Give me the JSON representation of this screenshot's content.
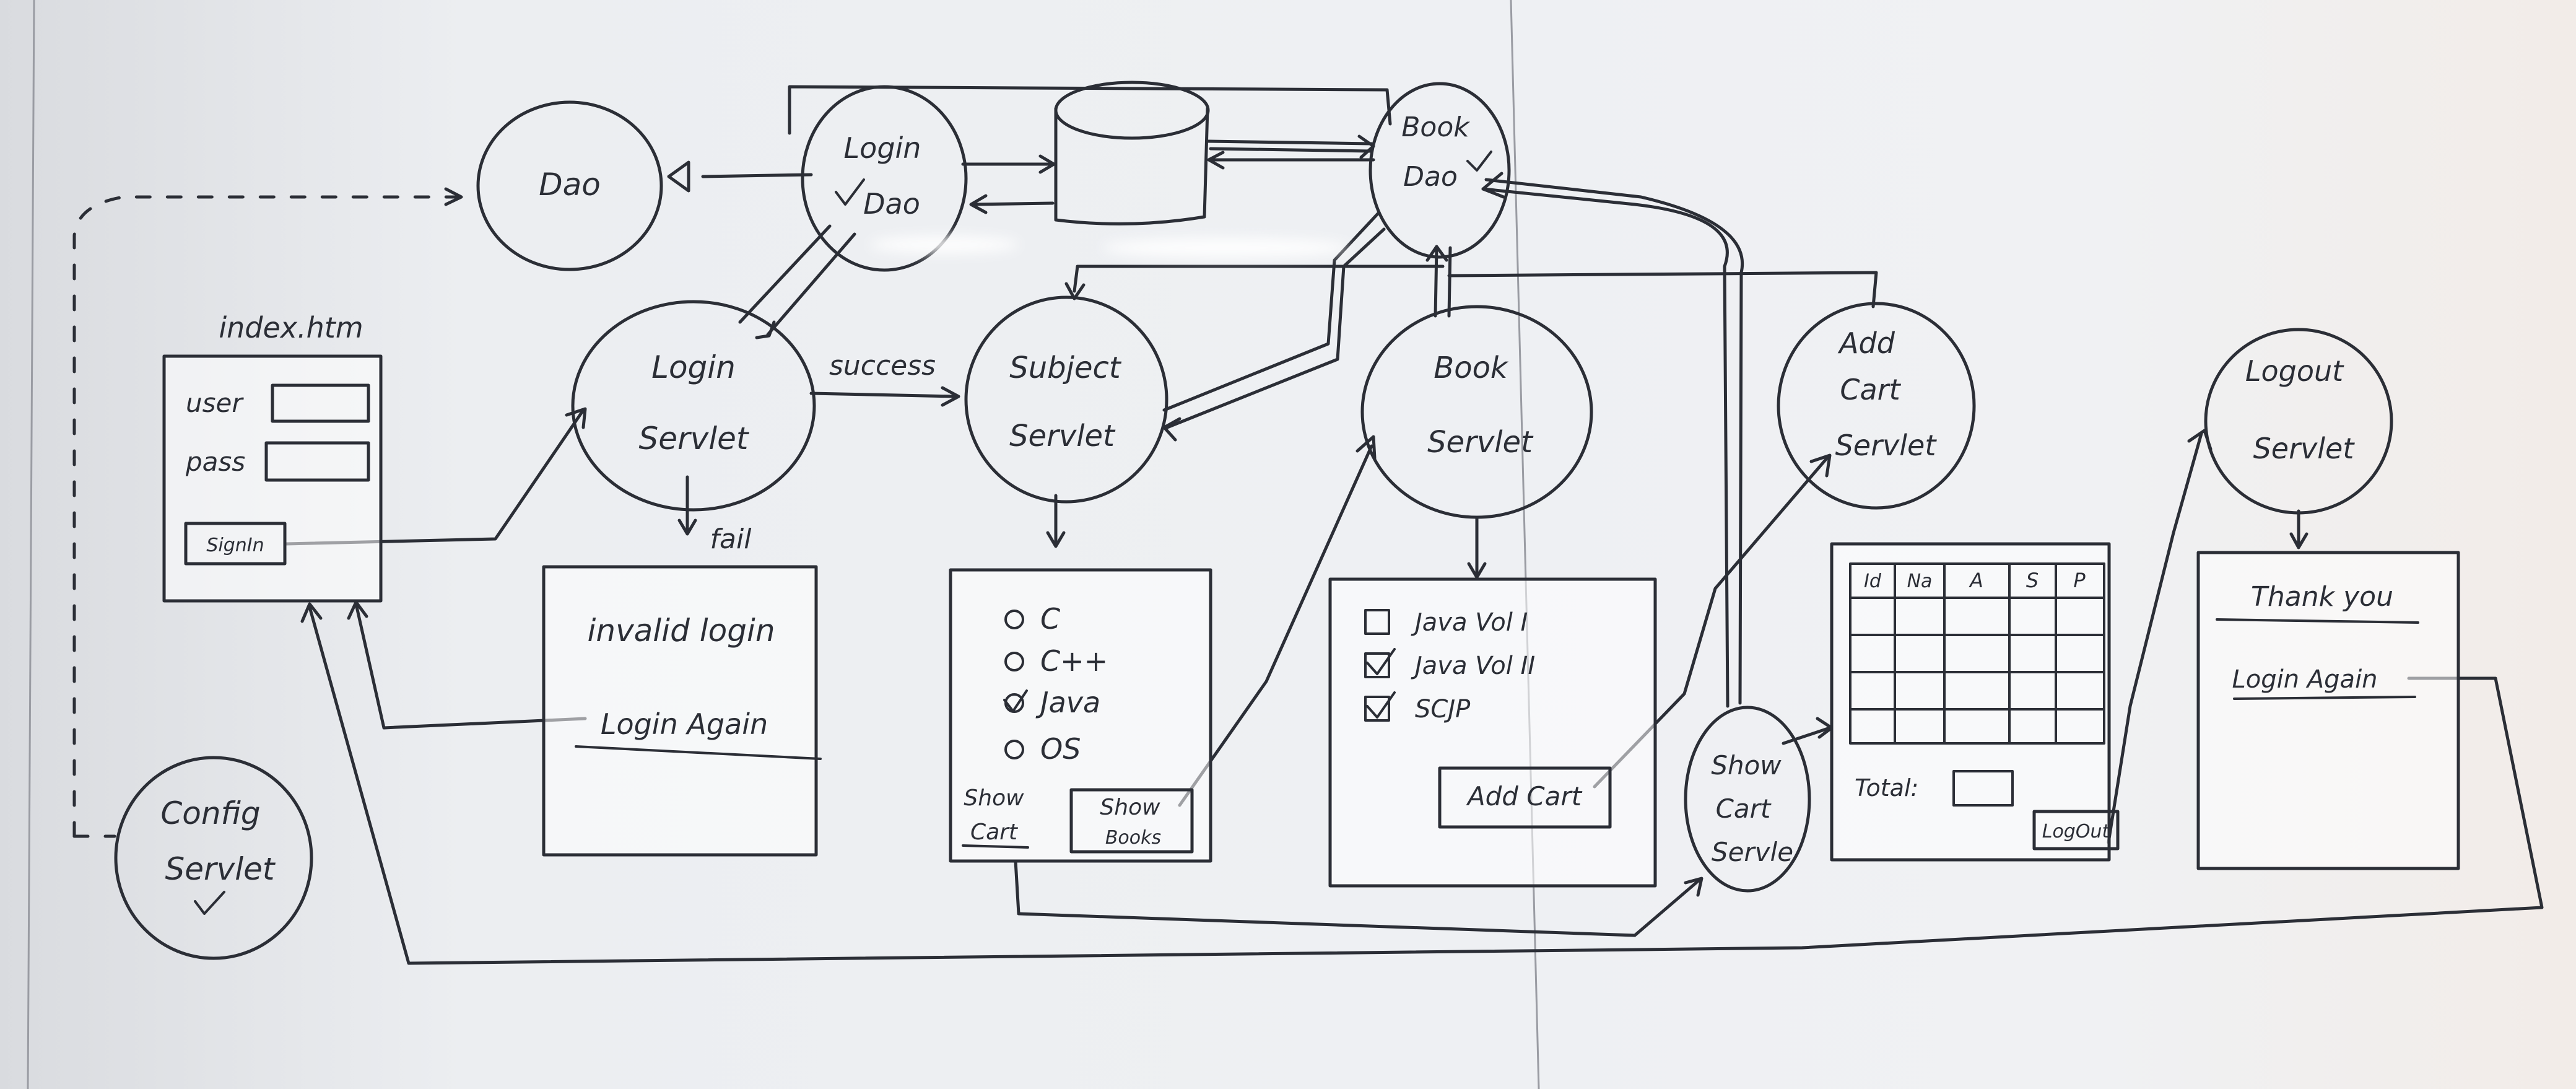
{
  "nodes": {
    "dao": "Dao",
    "login_dao": [
      "Login",
      "Dao"
    ],
    "book_dao": [
      "Book",
      "Dao"
    ],
    "login_servlet": [
      "Login",
      "Servlet"
    ],
    "subject_servlet": [
      "Subject",
      "Servlet"
    ],
    "book_servlet": [
      "Book",
      "Servlet"
    ],
    "add_cart_servlet": [
      "Add",
      "Cart",
      "Servlet"
    ],
    "logout_servlet": [
      "Logout",
      "Servlet"
    ],
    "show_cart_servlet": [
      "Show",
      "Cart",
      "Servle"
    ],
    "config_servlet": [
      "Config",
      "Servlet"
    ]
  },
  "edges": {
    "success": "success",
    "fail": "fail"
  },
  "index_page": {
    "title": "index.htm",
    "user_label": "user",
    "pass_label": "pass",
    "signin_button": "SignIn"
  },
  "invalid_page": {
    "message": "invalid login",
    "link": "Login Again"
  },
  "subject_page": {
    "options": [
      {
        "label": "C",
        "checked": false
      },
      {
        "label": "C++",
        "checked": false
      },
      {
        "label": "Java",
        "checked": true
      },
      {
        "label": "OS",
        "checked": false
      }
    ],
    "show_cart": [
      "Show",
      "Cart"
    ],
    "show_books": [
      "Show",
      "Books"
    ]
  },
  "book_page": {
    "items": [
      {
        "label": "Java Vol I",
        "checked": false
      },
      {
        "label": "Java Vol II",
        "checked": true
      },
      {
        "label": "SCJP",
        "checked": true
      }
    ],
    "add_cart_button": "Add Cart"
  },
  "cart_page": {
    "columns": [
      "Id",
      "Na",
      "A",
      "S",
      "P"
    ],
    "total_label": "Total:",
    "logout_button": "LogOut"
  },
  "thanks_page": {
    "message": "Thank you",
    "link": "Login Again"
  }
}
